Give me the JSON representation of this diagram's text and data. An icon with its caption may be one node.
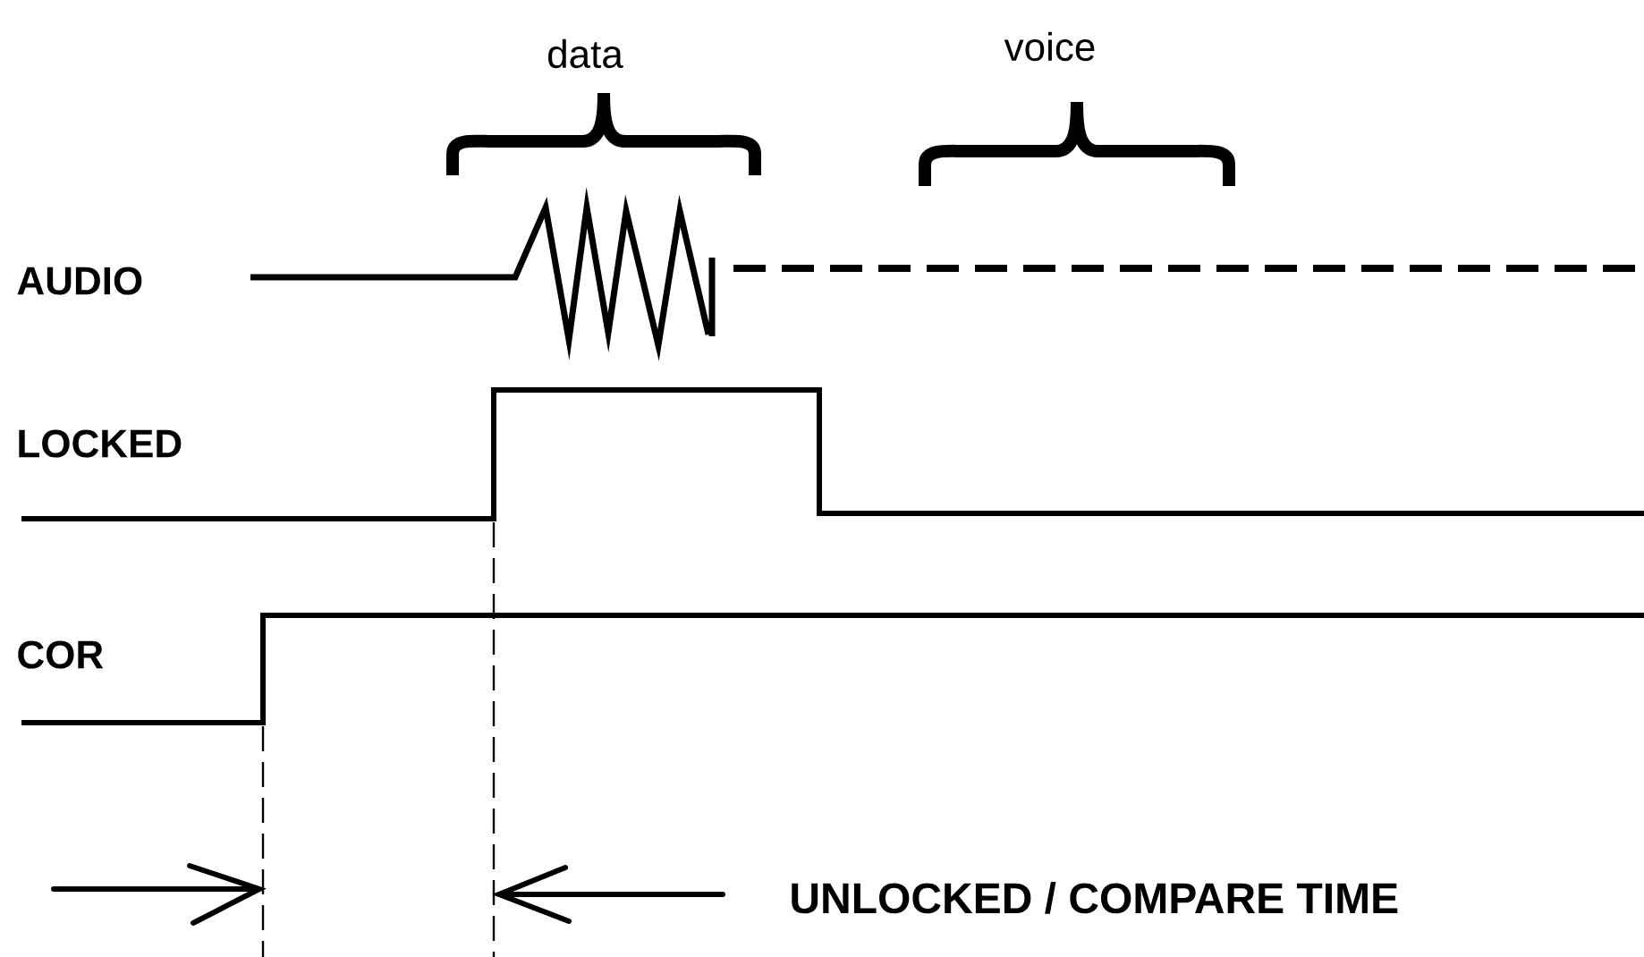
{
  "diagram": {
    "labels": [
      "data",
      "voice",
      "AUDIO",
      "LOCKED",
      "COR",
      "UNLOCKED / COMPARE TIME"
    ]
  }
}
